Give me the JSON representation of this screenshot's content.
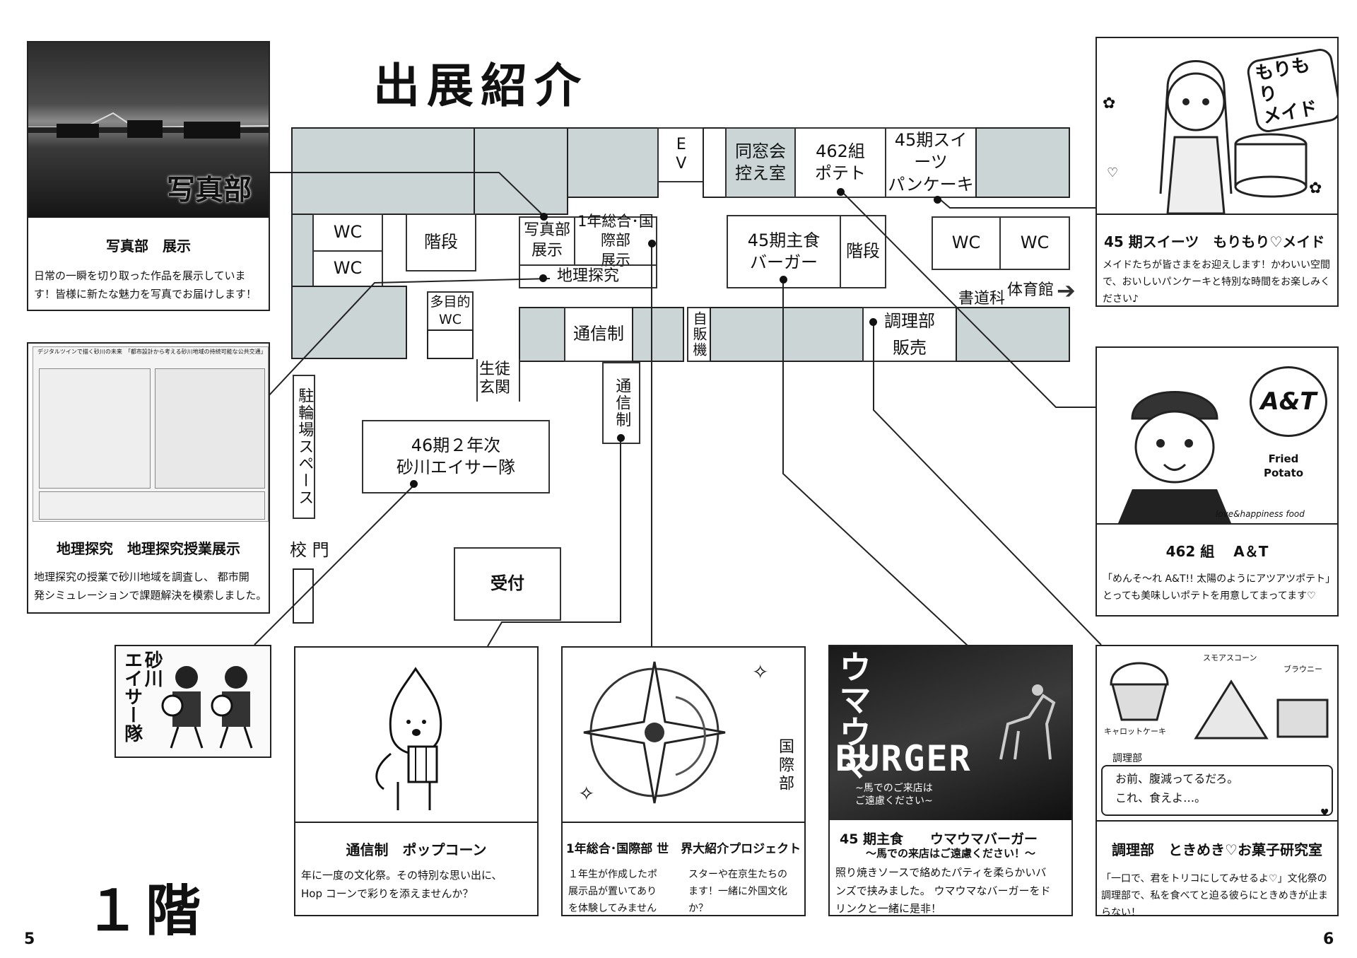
{
  "page_title": "出展紹介",
  "floor_label": "１階",
  "page_numbers": {
    "left": "5",
    "right": "6"
  },
  "map": {
    "ev": "EV",
    "dousoukai": "同窓会\n控え室",
    "r462_potato": "462組\nポテト",
    "sweets_pancake": "45期スイーツ\nパンケーキ",
    "wc1": "WC",
    "wc2": "WC",
    "kaidan1": "階段",
    "photo_room": "写真部\n展示",
    "intl_room": "1年総合･国際部\n展示",
    "geo_room": "地理探究",
    "tamokuteki": "多目的\nWC",
    "burger_room": "45期主食\nバーガー",
    "kaidan2": "階段",
    "wc3": "WC",
    "wc4": "WC",
    "shodo": "書道科",
    "taiikukan": "体育館",
    "tsushin_room": "通信制",
    "jihanki": "自販機",
    "chouri": "調理部\n販売",
    "seito": "生徒\n玄関",
    "tsushin_v": "通信制",
    "churinjo": "駐輪場スペース",
    "eisa": "46期２年次\n砂川エイサー隊",
    "koumon": "校 門",
    "uketsuke": "受付"
  },
  "panels": {
    "photo": {
      "img_label": "写真部",
      "title": "写真部　展示",
      "desc": "日常の一瞬を切り取った作品を展示していま\nす！皆様に新たな魅力を写真でお届けします！"
    },
    "geo": {
      "poster_title": "デジタルツインで描く砂川の未来　「都市設計から考える砂川地域の持続可能な公共交通」",
      "title": "地理探究　地理探究授業展示",
      "desc": "地理探究の授業で砂川地域を調査し、 都市開\n発シミュレーションで課題解決を模索しました。"
    },
    "eisa": {
      "img_label": "砂川\nエイサー隊"
    },
    "tsushin": {
      "title": "通信制　ポップコーン",
      "desc": "年に一度の文化祭。その特別な思い出に、\nHop コーンで彩りを添えませんか？"
    },
    "intl": {
      "img_label": "国際部",
      "title": "1年総合･国際部 世　界大紹介プロジェクト",
      "desc_left": "１年生が作成したポ\n展示品が置いてあり\nを体験してみません",
      "desc_right": "スターや在京生たちの\nます！一緒に外国文化\nか？"
    },
    "burger": {
      "img_label_v": "ウマウマ",
      "img_label": "BURGER",
      "img_sub": "~馬でのご来店は\nご遠慮ください~",
      "title": "45 期主食　　ウマウマバーガー",
      "subtitle": "〜馬での来店はご遠慮ください！〜",
      "desc": "照り焼きソースで絡めたパティを柔らかいバ\nンズで挟みました。 ウマウマなバーガーをド\nリンクと一緒に是非！"
    },
    "chouri": {
      "labels": [
        "キャロットケーキ",
        "スモアスコーン",
        "ブラウニー",
        "調理部"
      ],
      "handwritten": "お前、腹減ってるだろ。\nこれ、食えよ…。",
      "title": "調理部　ときめき♡お菓子研究室",
      "desc": "「一口で、君をトリコにしてみせるよ♡」文化祭の\n調理部で、私を食べてと迫る彼らにときめきが止ま\nらない！"
    },
    "sweets": {
      "img_label": "もりもり\nメイド",
      "title": "45 期スイーツ　もりもり♡メイド",
      "desc": "メイドたちが皆さまをお迎えします！かわいい空間\nで、おいしいパンケーキと特別な時間をお楽しみく\nださい♪"
    },
    "potato": {
      "img_label": "A&T",
      "img_sub": "Fried\nPotato",
      "img_foot": "love&happiness food",
      "title": "462 組　 A＆T",
      "desc": "「めんそ〜れ A&T!! 太陽のようにアツアツポテト」\nとっても美味しいポテトを用意してまってます♡"
    }
  }
}
